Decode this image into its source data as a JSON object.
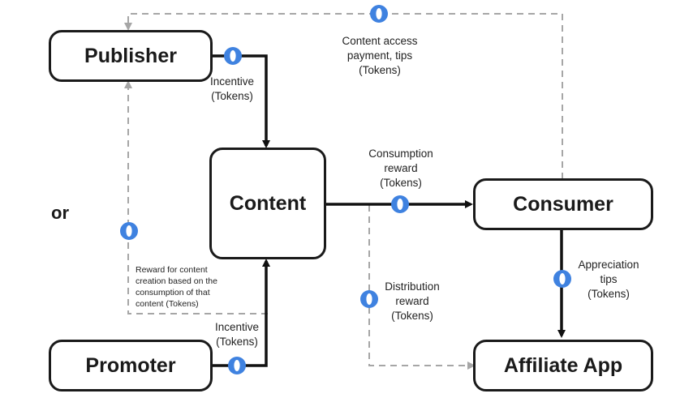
{
  "nodes": {
    "publisher": "Publisher",
    "content": "Content",
    "consumer": "Consumer",
    "promoter": "Promoter",
    "affiliate_app": "Affiliate App"
  },
  "or_text": "or",
  "labels": {
    "content_access": "Content access\npayment, tips\n(Tokens)",
    "publisher_incentive": "Incentive\n(Tokens)",
    "consumption_reward": "Consumption\nreward\n(Tokens)",
    "reward_for_content": "Reward for content\ncreation based on the\nconsumption of that\ncontent (Tokens)",
    "distribution_reward": "Distribution\nreward\n(Tokens)",
    "appreciation_tips": "Appreciation\ntips\n(Tokens)",
    "promoter_incentive": "Incentive\n(Tokens)"
  },
  "colors": {
    "token_blue": "#3f82e0",
    "solid_line": "#111111",
    "dashed_line": "#a6a6a6"
  },
  "icons": {
    "token": "token-coin-icon"
  }
}
